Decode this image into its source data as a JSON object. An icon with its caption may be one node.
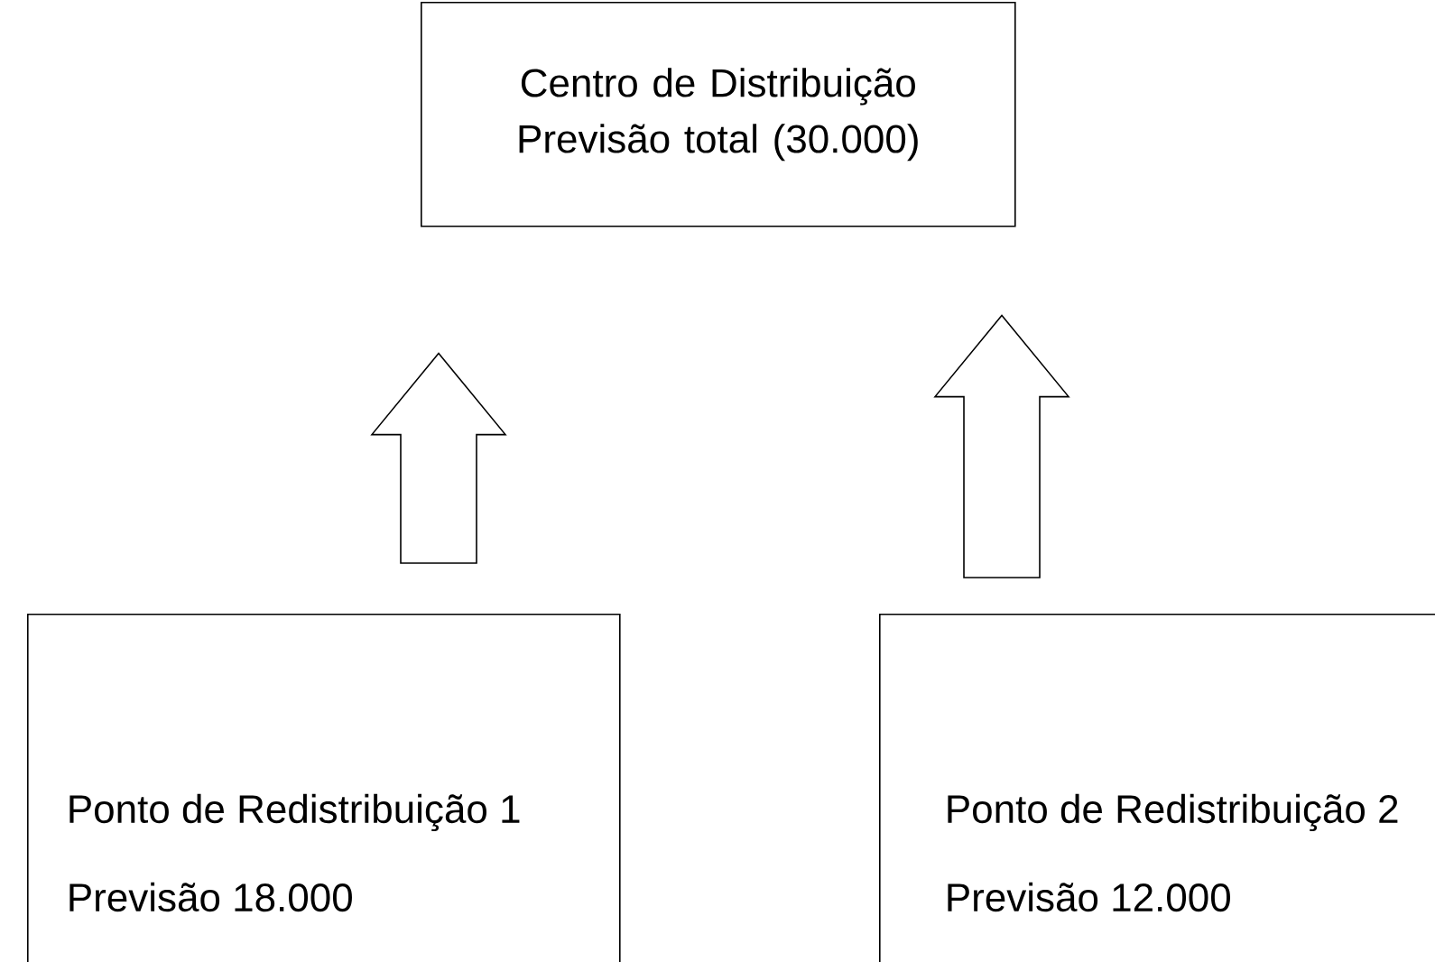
{
  "diagram": {
    "nodes": [
      {
        "text": [
          "Centro de Distribuição",
          "Previsão total (30.000)"
        ]
      },
      {
        "text": [
          "Ponto de Redistribuição 1",
          "Previsão 18.000"
        ]
      },
      {
        "text": [
          "Ponto de Redistribuição 2",
          "Previsão 12.000"
        ]
      }
    ],
    "edges": [
      {
        "from": 1,
        "to": 0,
        "arrow": "to"
      },
      {
        "from": 2,
        "to": 0,
        "arrow": "to"
      }
    ]
  }
}
